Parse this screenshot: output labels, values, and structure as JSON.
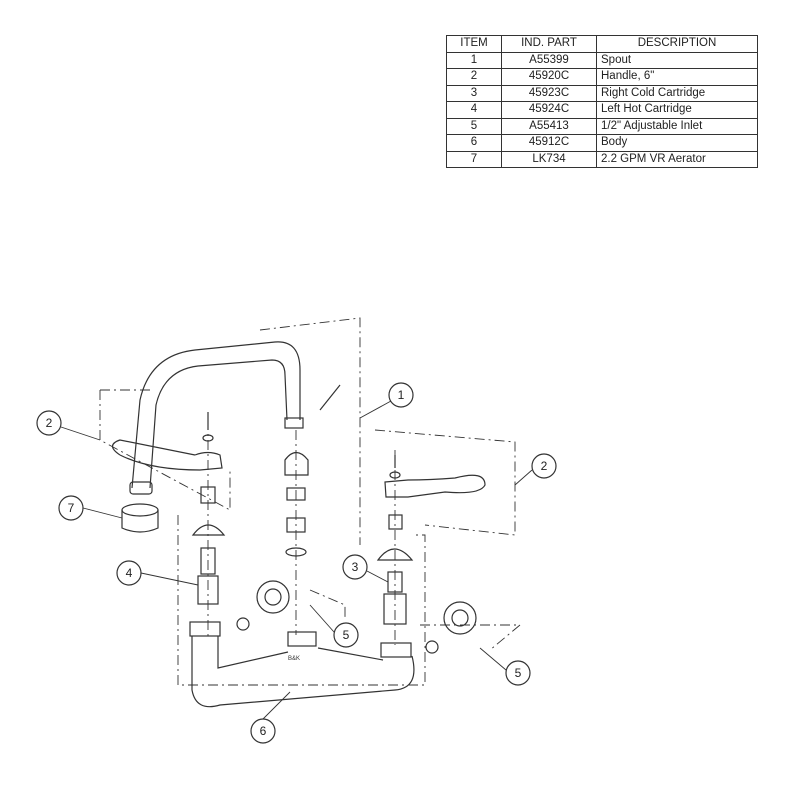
{
  "parts_table": {
    "headers": [
      "ITEM",
      "IND. PART",
      "DESCRIPTION"
    ],
    "rows": [
      {
        "item": "1",
        "part": "A55399",
        "description": "Spout"
      },
      {
        "item": "2",
        "part": "45920C",
        "description": "Handle, 6\""
      },
      {
        "item": "3",
        "part": "45923C",
        "description": "Right Cold Cartridge"
      },
      {
        "item": "4",
        "part": "45924C",
        "description": "Left Hot Cartridge"
      },
      {
        "item": "5",
        "part": "A55413",
        "description": "1/2\" Adjustable Inlet"
      },
      {
        "item": "6",
        "part": "45912C",
        "description": "Body"
      },
      {
        "item": "7",
        "part": "LK734",
        "description": "2.2 GPM VR Aerator"
      }
    ]
  },
  "callouts": [
    "1",
    "2",
    "2",
    "7",
    "4",
    "3",
    "5",
    "5",
    "6"
  ],
  "body_marking": "B&K"
}
